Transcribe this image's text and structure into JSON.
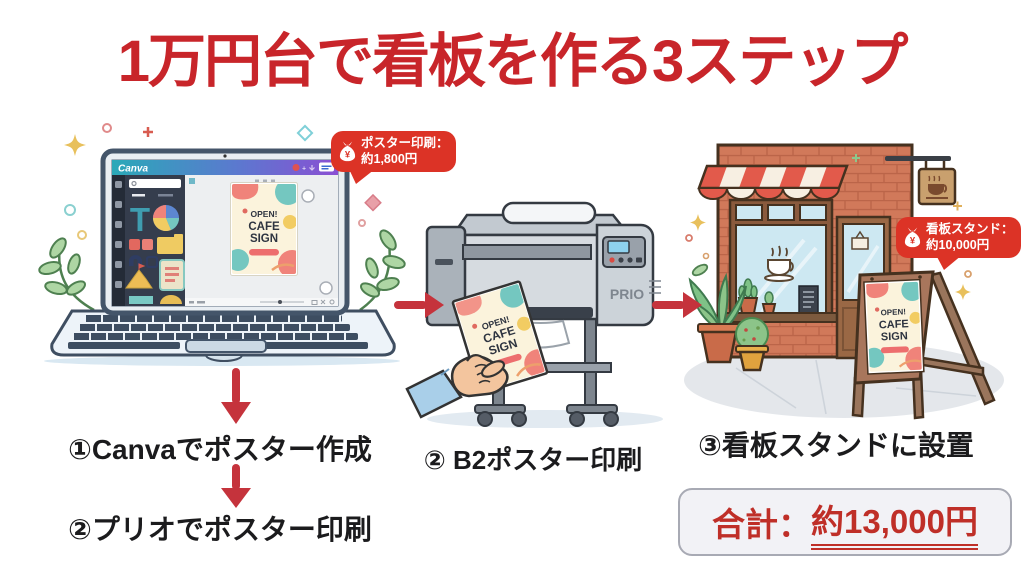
{
  "title": {
    "text": "1万円台で看板を作る3ステップ"
  },
  "canva": {
    "logo": "Canva"
  },
  "printer": {
    "brand": "PRIO"
  },
  "poster": {
    "line1": "OPEN!",
    "line2": "CAFE",
    "line3": "SIGN"
  },
  "badges": {
    "poster_print": {
      "label": "ポスター印刷：",
      "price": "約1,800円"
    },
    "sign_stand": {
      "label": "看板スタンド：",
      "price": "約10,000円"
    }
  },
  "steps": {
    "step1": "①Canvaでポスター作成",
    "step2_alt": "②プリオでポスター印刷",
    "step2": "② B2ポスター印刷",
    "step3": "③看板スタンドに設置"
  },
  "total": {
    "label": "合計：",
    "amount": "約13,000円"
  },
  "icons": {
    "yen": "¥"
  },
  "colors": {
    "title_red": "#c8252a",
    "arrow_red": "#c5333c",
    "badge_red": "#dc3326",
    "total_red": "#bf2f28",
    "canva_teal": "#2aa9b8",
    "canva_purple": "#8a4fd3",
    "brick": "#d1795a",
    "awning_red": "#e25a4b"
  }
}
